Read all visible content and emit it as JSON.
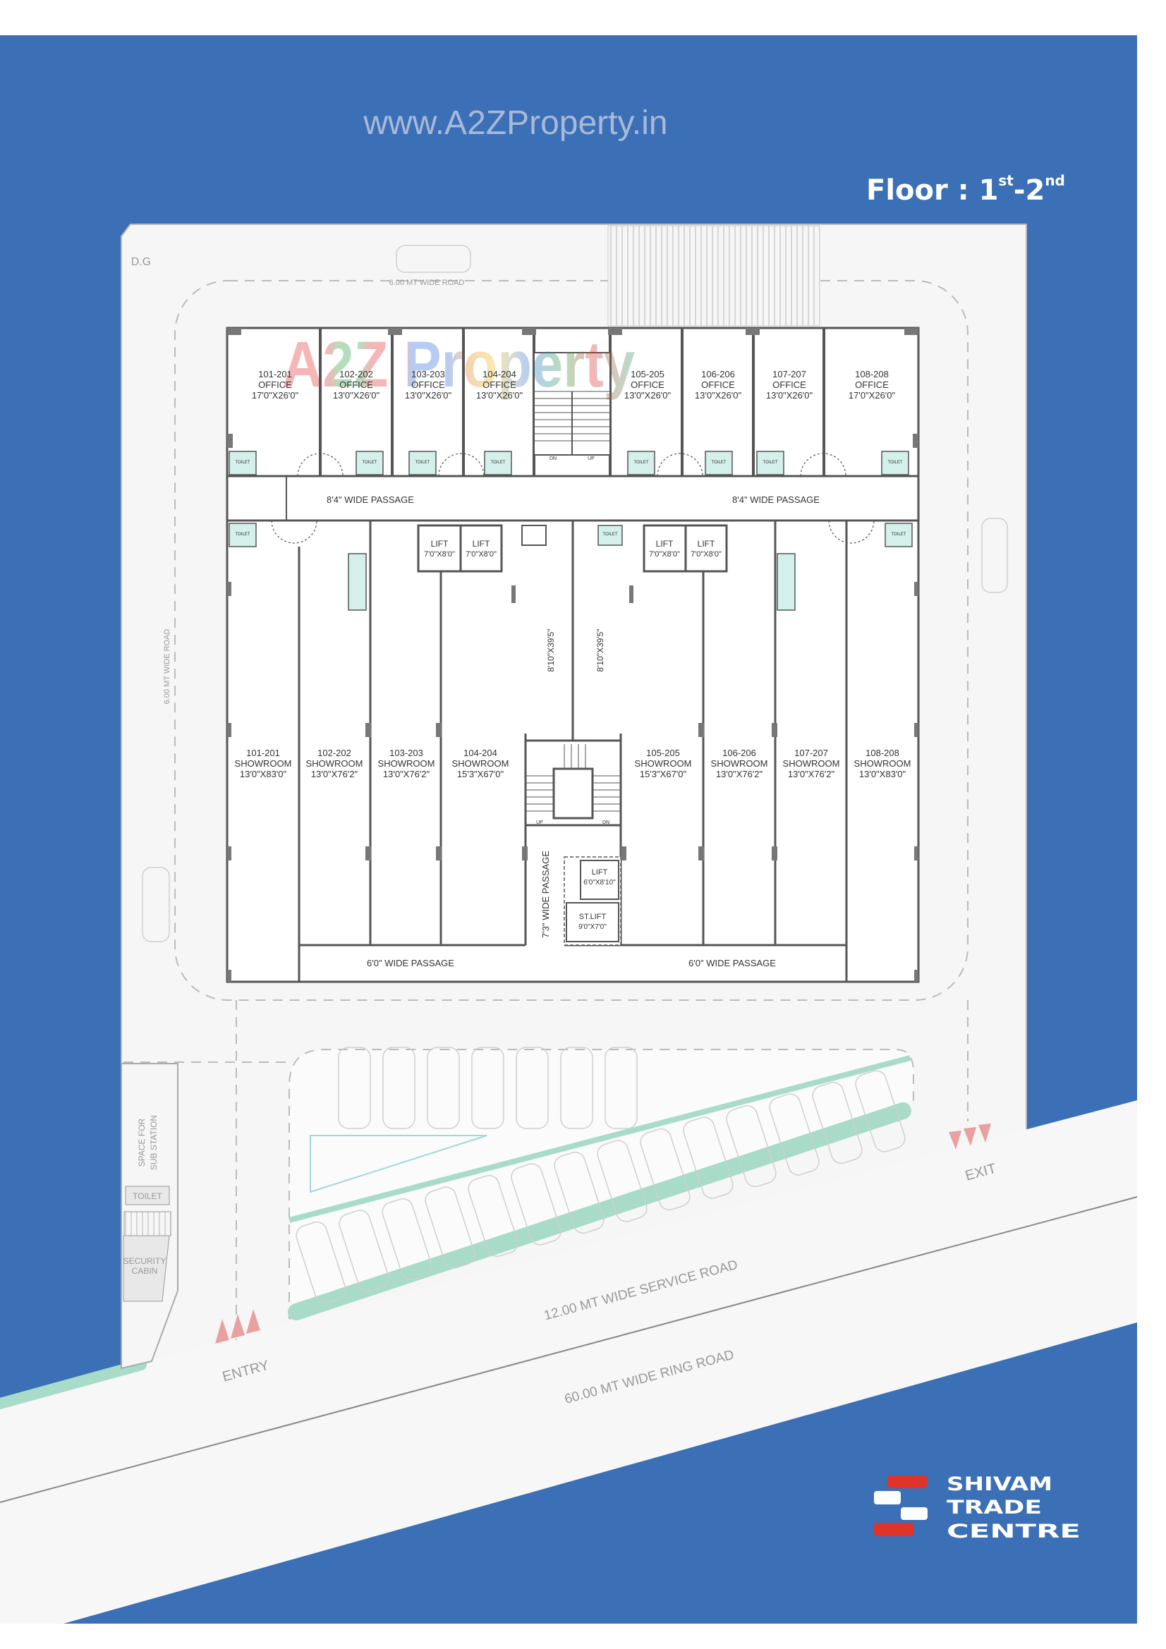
{
  "watermark_url": "www.A2ZProperty.in",
  "watermark_logo": "A2Z Property",
  "floor_title": {
    "prefix": "Floor : 1",
    "sup1": "st",
    "dash": "-2",
    "sup2": "nd"
  },
  "colors": {
    "background_blue": "#3b6fb6",
    "plot": "#f6f6f6",
    "landscape": "#a8dcc8",
    "logo_red": "#e0332a"
  },
  "site_labels": {
    "dg": "D.G",
    "top_road": "6.00 MT WIDE ROAD",
    "left_road": "6.00 MT WIDE ROAD",
    "sub_station_1": "SPACE FOR",
    "sub_station_2": "SUB STATION",
    "toilet": "TOILET",
    "security_1": "SECURITY",
    "security_2": "CABIN",
    "service_road": "12.00 MT WIDE SERVICE ROAD",
    "ring_road": "60.00 MT WIDE RING ROAD",
    "entry": "ENTRY",
    "exit": "EXIT"
  },
  "offices": [
    {
      "unit": "101-201",
      "type": "OFFICE",
      "size": "17'0\"X26'0\""
    },
    {
      "unit": "102-202",
      "type": "OFFICE",
      "size": "13'0\"X26'0\""
    },
    {
      "unit": "103-203",
      "type": "OFFICE",
      "size": "13'0\"X26'0\""
    },
    {
      "unit": "104-204",
      "type": "OFFICE",
      "size": "13'0\"X26'0\""
    },
    {
      "unit": "105-205",
      "type": "OFFICE",
      "size": "13'0\"X26'0\""
    },
    {
      "unit": "106-206",
      "type": "OFFICE",
      "size": "13'0\"X26'0\""
    },
    {
      "unit": "107-207",
      "type": "OFFICE",
      "size": "13'0\"X26'0\""
    },
    {
      "unit": "108-208",
      "type": "OFFICE",
      "size": "17'0\"X26'0\""
    }
  ],
  "showrooms": [
    {
      "unit": "101-201",
      "type": "SHOWROOM",
      "size": "13'0\"X83'0\""
    },
    {
      "unit": "102-202",
      "type": "SHOWROOM",
      "size": "13'0\"X76'2\""
    },
    {
      "unit": "103-203",
      "type": "SHOWROOM",
      "size": "13'0\"X76'2\""
    },
    {
      "unit": "104-204",
      "type": "SHOWROOM",
      "size": "15'3\"X67'0\""
    },
    {
      "unit": "105-205",
      "type": "SHOWROOM",
      "size": "15'3\"X67'0\""
    },
    {
      "unit": "106-206",
      "type": "SHOWROOM",
      "size": "13'0\"X76'2\""
    },
    {
      "unit": "107-207",
      "type": "SHOWROOM",
      "size": "13'0\"X76'2\""
    },
    {
      "unit": "108-208",
      "type": "SHOWROOM",
      "size": "13'0\"X83'0\""
    }
  ],
  "passages": {
    "upper_left": "8'4\" WIDE PASSAGE",
    "upper_right": "8'4\" WIDE PASSAGE",
    "lower_left": "6'0\" WIDE PASSAGE",
    "lower_right": "6'0\" WIDE PASSAGE",
    "central": "7'3\" WIDE PASSAGE"
  },
  "extensions": {
    "left": "8'10\"X39'5\"",
    "right": "8'10\"X39'5\""
  },
  "lifts": {
    "label": "LIFT",
    "size": "7'0\"X8'0\"",
    "core_lift_label": "LIFT",
    "core_lift_size": "6'0\"X8'10\"",
    "st_lift_label": "ST.LIFT",
    "st_lift_size": "9'0\"X7'0\""
  },
  "toilet_label": "TOILET",
  "stairs": {
    "up": "UP",
    "down": "DN"
  },
  "brand": {
    "line1": "SHIVAM",
    "line2": "TRADE",
    "line3": "CENTRE"
  }
}
